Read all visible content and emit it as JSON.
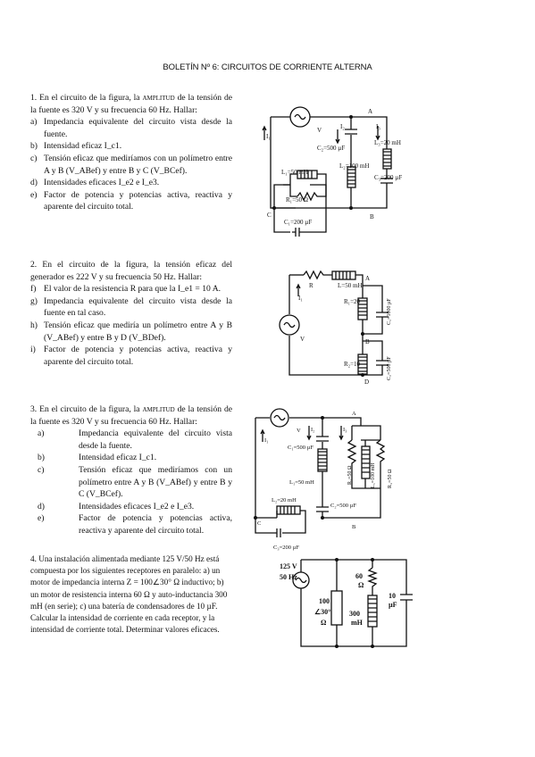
{
  "title": "BOLETÍN Nº 6: CIRCUITOS DE CORRIENTE ALTERNA",
  "p1": {
    "stem_a": "1. En el circuito de la figura, la",
    "stem_amp": "amplitud",
    "stem_b": "de la tensión de la fuente es 320 V y su frecuencia 60 Hz. Hallar:",
    "items": [
      {
        "label": "a)",
        "text": "Impedancia equivalente del circuito vista desde la fuente."
      },
      {
        "label": "b)",
        "text": "Intensidad eficaz I_c1."
      },
      {
        "label": "c)",
        "text": "Tensión eficaz que mediríamos con un polímetro entre A y B (V_ABef) y entre B y C (V_BCef)."
      },
      {
        "label": "d)",
        "text": "Intensidades eficaces I_e2 e I_e3."
      },
      {
        "label": "e)",
        "text": "Factor de potencia y potencias activa, reactiva y aparente del circuito total."
      }
    ]
  },
  "p2": {
    "stem": "2. En el circuito de la figura, la tensión eficaz del generador es 222 V y su frecuencia 50 Hz. Hallar:",
    "items": [
      {
        "label": "f)",
        "text": "El valor de la resistencia R para que la I_e1 = 10 A."
      },
      {
        "label": "g)",
        "text": "Impedancia equivalente del circuito vista desde la fuente en tal caso."
      },
      {
        "label": "h)",
        "text": "Tensión eficaz que mediría un polímetro entre A y B (V_ABef) y entre B y D (V_BDef)."
      },
      {
        "label": "i)",
        "text": "Factor de potencia y potencias activa, reactiva y aparente del circuito total."
      }
    ]
  },
  "p3": {
    "stem_a": "3. En el circuito de la figura, la",
    "stem_amp": "amplitud",
    "stem_b": "de la tensión de la fuente es 320 V y su frecuencia 60 Hz. Hallar:",
    "items": [
      {
        "label": "a)",
        "text": "Impedancia equivalente del circuito vista desde la fuente."
      },
      {
        "label": "b)",
        "text": "Intensidad eficaz I_c1."
      },
      {
        "label": "c)",
        "text": "Tensión eficaz que mediríamos con un polímetro entre A y B (V_ABef) y entre B y C (V_BCef)."
      },
      {
        "label": "d)",
        "text": "Intensidades eficaces I_e2 e I_e3."
      },
      {
        "label": "e)",
        "text": "Factor de potencia y potencias activa, reactiva y aparente del circuito total."
      }
    ]
  },
  "p4": {
    "text": "4. Una instalación alimentada mediante 125 V/50 Hz está compuesta por los siguientes receptores en paralelo: a) un motor de impedancia interna Z = 100∠30° Ω inductivo; b) un motor de resistencia interna 60 Ω y auto-inductancia 300 mH (en serie); c) una batería de condensadores de 10 µF. Calcular la intensidad de corriente en cada receptor, y la intensidad de corriente total. Determinar valores eficaces."
  },
  "fig1": {
    "labels": {
      "V": "V",
      "I1": "I₁",
      "I2": "I₂",
      "I3": "I₃",
      "A": "A",
      "B": "B",
      "C": "C",
      "C2": "C₂=500 µF",
      "L2": "L₂=100 mH",
      "L3": "L₃=20 mH",
      "C3": "C₃=200 µF",
      "L1": "L₁=50 mH",
      "R1": "R₁=50 Ω",
      "C1": "C₁=200 µF"
    }
  },
  "fig2": {
    "labels": {
      "R": "R",
      "L": "L=50 mH",
      "A": "A",
      "B": "B",
      "D": "D",
      "I1": "I₁",
      "V": "V",
      "R20": "R₁=20",
      "R10": "R₂=10",
      "C1": "C₁=1000 µF",
      "C2": "C₂=500 µF"
    }
  },
  "fig3": {
    "labels": {
      "V": "V",
      "I1": "I₁",
      "I2": "I₂",
      "I3": "I₃",
      "A": "A",
      "B": "B",
      "C": "C",
      "C1": "C₁=500 µF",
      "L1": "L₁=50 mH",
      "R3": "R₃=50 Ω",
      "L3": "L₃=100 mH",
      "R4": "R₄=50 Ω",
      "L2": "L₂=20 mH",
      "C2": "C₂=500 µF",
      "C3": "C₃=200 µF"
    }
  },
  "fig4": {
    "labels": {
      "src1": "125 V",
      "src2": "50 Hz",
      "r60a": "60",
      "r60b": "Ω",
      "z1": "100",
      "z2": "∠30°",
      "z3": "Ω",
      "l1": "300",
      "l2": "mH",
      "c1": "10",
      "c2": "µF"
    }
  }
}
